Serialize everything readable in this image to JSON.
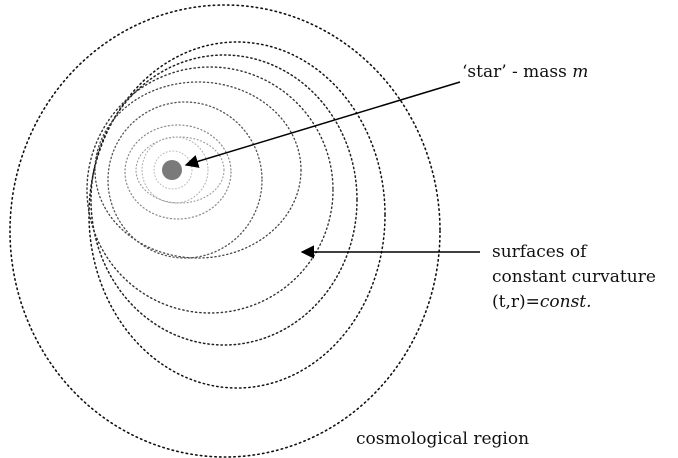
{
  "labels": {
    "star_prefix": "‘star’ - mass ",
    "star_mass_symbol": "m",
    "surfaces_line1": "surfaces of",
    "surfaces_line2": "constant curvature",
    "surfaces_line3_coords": "(t,r)=",
    "surfaces_line3_italic": "const.",
    "region": "cosmological region"
  },
  "colors": {
    "star": "#7a7a7a",
    "outer_dots": "#111111",
    "inner_dots": "#9a9a9a",
    "arrow": "#000000"
  }
}
